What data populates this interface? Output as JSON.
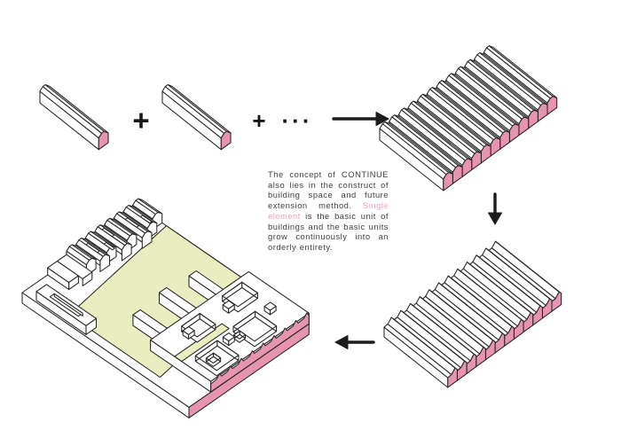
{
  "description": {
    "part1": "The concept of CONTINUE also lies in the construct of building space and future extension method. ",
    "highlight": "Single element",
    "part2": " is the basic unit of buildings and the basic units grow continuously into an orderly entirety."
  },
  "operators": {
    "plus1": "+",
    "plus2": "+",
    "ellipsis": "···"
  },
  "colors": {
    "background": "#ffffff",
    "pink": "#e794ae",
    "pink_text": "#e7a3b7",
    "green": "#eaedbf",
    "outline": "#242424",
    "arrow": "#1c1c1c",
    "text": "#3e3e3e"
  },
  "diagram": {
    "single_elements": 2,
    "slab_ridges": 12,
    "figures": [
      "single-element-1",
      "single-element-2",
      "combined-slab",
      "wave-transition-slab",
      "building-complex"
    ]
  }
}
